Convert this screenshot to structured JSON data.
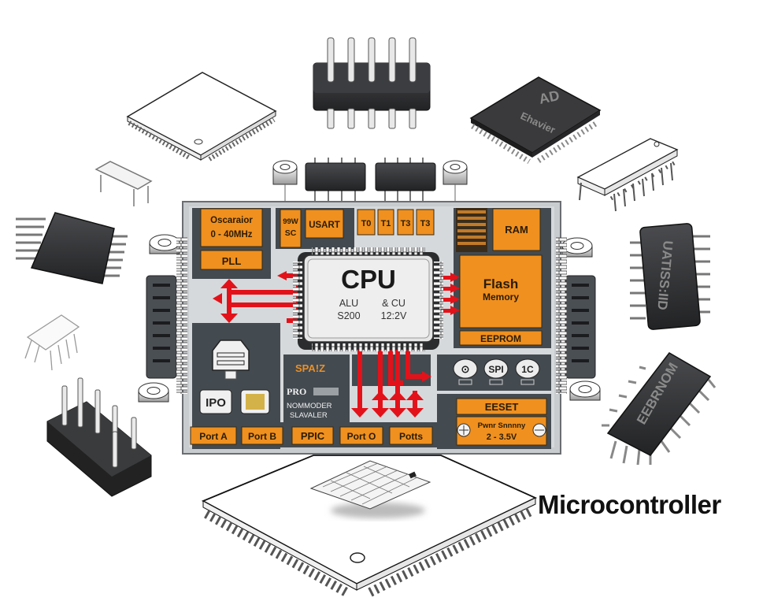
{
  "title": "Microcontroller",
  "colors": {
    "board": "#434a50",
    "board_frame": "#c9ccce",
    "module": "#f0901f",
    "module_text": "#2a1c08",
    "arrow": "#e3121a",
    "chip_dark": "#2e2f31",
    "cpu_face": "#e8e8e8"
  },
  "board": {
    "modules": {
      "oscillator_line1": "Oscaraior",
      "oscillator_line2": "0 - 40MHz",
      "pll": "PLL",
      "small_block_line1": "99W",
      "small_block_line2": "SC",
      "usart": "USART",
      "timers": [
        "T0",
        "T1",
        "T3",
        "T3"
      ],
      "ram": "RAM",
      "flash_line1": "Flash",
      "flash_line2": "Memory",
      "eeprom": "EEPROM",
      "spare_label": "SPA!Z",
      "io_label": "IPO",
      "pro_line1": "PRO",
      "pro_line2": "NOMMODER",
      "pro_line3": "SLAVALER",
      "peripherals": [
        "⊙",
        "SPI",
        "1C"
      ],
      "reset": "EESET",
      "power_line1": "Pwnr Snnnny",
      "power_line2": "2 - 3.5V",
      "ports": [
        "Port A",
        "Port B",
        "PPIC",
        "Port O",
        "Potts"
      ]
    },
    "cpu": {
      "label": "CPU",
      "line1_left": "ALU",
      "line1_right": "& CU",
      "line2_left": "S200",
      "line2_right": "12:2V"
    }
  },
  "components": {
    "ad_chip_line1": "AD",
    "ad_chip_line2": "Ehavier",
    "soic_right_label": "UATISS:IID",
    "eeprom_chip_label": "EEBRNOM"
  }
}
